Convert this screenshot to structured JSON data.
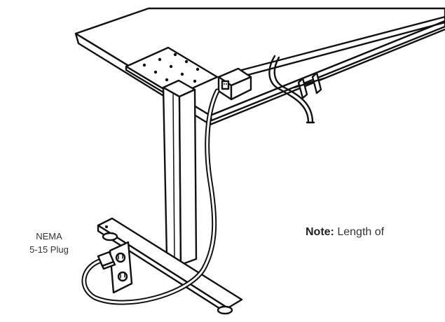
{
  "plug_label": {
    "line1": "NEMA",
    "line2": "5-15 Plug"
  },
  "note": {
    "label": "Note:",
    "text": "Length of"
  }
}
